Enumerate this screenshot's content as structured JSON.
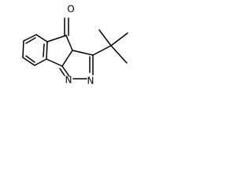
{
  "atoms": {
    "oxygen": "O",
    "nitrogen_left": "N",
    "nitrogen_right": "N"
  },
  "colors": {
    "bond": "#000000",
    "background": "#ffffff"
  }
}
